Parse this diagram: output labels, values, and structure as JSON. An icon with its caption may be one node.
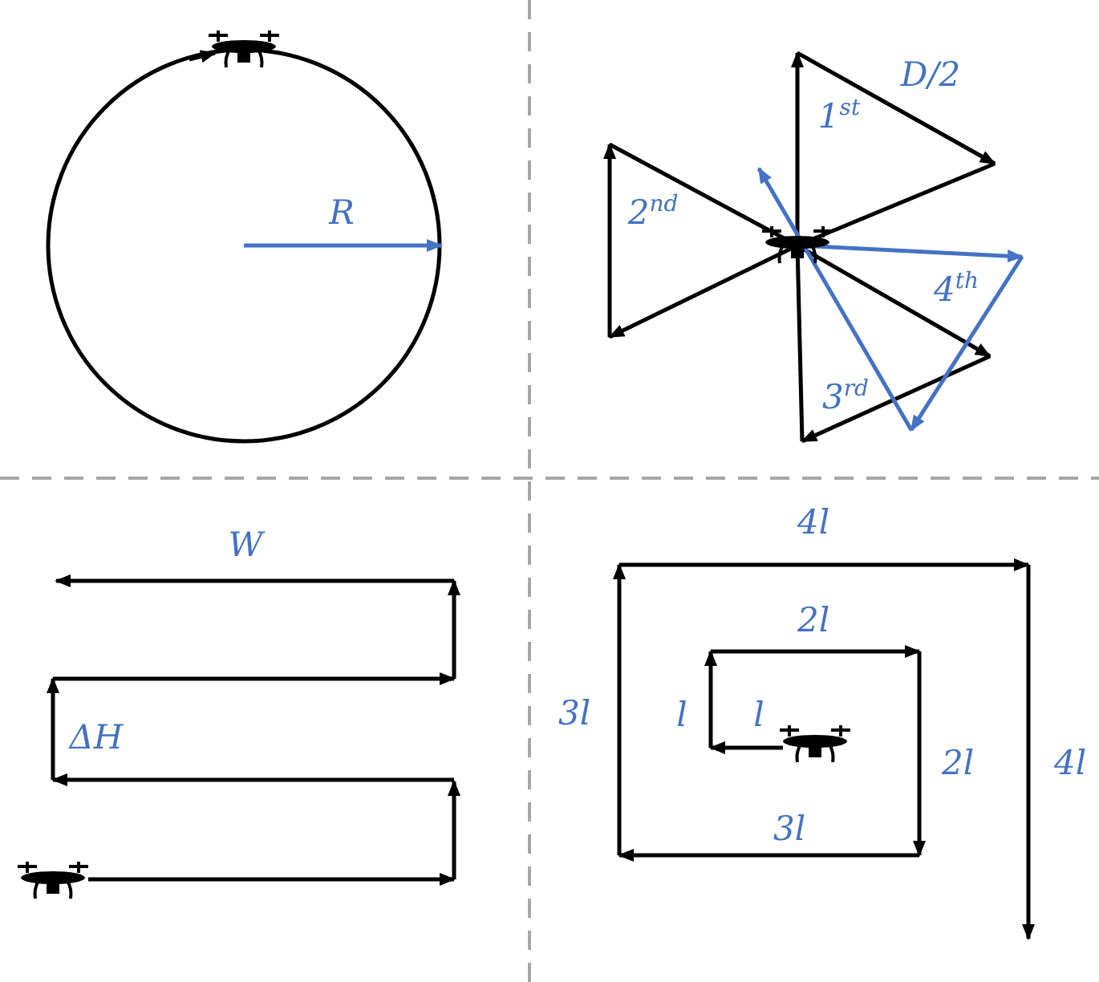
{
  "diagram": {
    "labels": [
      "R",
      "D/2",
      "1$^{st}$",
      "2$^{nd}$",
      "4$^{th}$",
      "3$^{rd}$",
      "W",
      "ΔH",
      "4l",
      "2l",
      "3l",
      "l",
      "l",
      "2l",
      "4l",
      "3l"
    ]
  }
}
